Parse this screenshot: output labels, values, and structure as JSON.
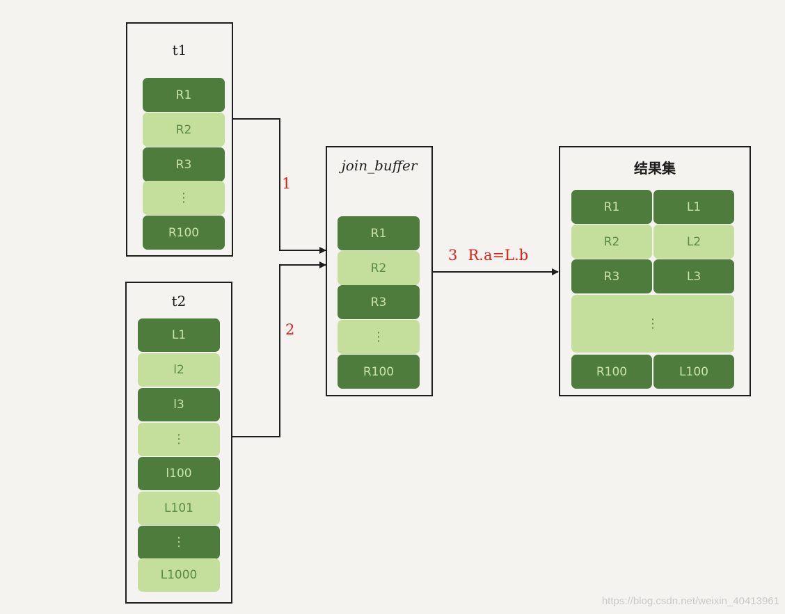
{
  "t1": {
    "title": "t1",
    "rows": [
      {
        "label": "R1",
        "tone": "dark"
      },
      {
        "label": "R2",
        "tone": "light"
      },
      {
        "label": "R3",
        "tone": "dark"
      },
      {
        "label": "⋮",
        "tone": "light"
      },
      {
        "label": "R100",
        "tone": "dark"
      }
    ]
  },
  "t2": {
    "title": "t2",
    "rows": [
      {
        "label": "L1",
        "tone": "dark"
      },
      {
        "label": "l2",
        "tone": "light"
      },
      {
        "label": "l3",
        "tone": "dark"
      },
      {
        "label": "⋮",
        "tone": "light"
      },
      {
        "label": "l100",
        "tone": "dark"
      },
      {
        "label": "L101",
        "tone": "light"
      },
      {
        "label": "⋮",
        "tone": "dark"
      },
      {
        "label": "L1000",
        "tone": "light"
      }
    ]
  },
  "join_buffer": {
    "title": "join_buffer",
    "rows": [
      {
        "label": "R1",
        "tone": "dark"
      },
      {
        "label": "R2",
        "tone": "light"
      },
      {
        "label": "R3",
        "tone": "dark"
      },
      {
        "label": "⋮",
        "tone": "light"
      },
      {
        "label": "R100",
        "tone": "dark"
      }
    ]
  },
  "result": {
    "title": "结果集",
    "left": [
      {
        "label": "R1",
        "tone": "dark"
      },
      {
        "label": "R2",
        "tone": "light"
      },
      {
        "label": "R3",
        "tone": "dark"
      }
    ],
    "right": [
      {
        "label": "L1",
        "tone": "dark"
      },
      {
        "label": "L2",
        "tone": "light"
      },
      {
        "label": "L3",
        "tone": "dark"
      }
    ],
    "ellipsis": "⋮",
    "last": {
      "left": "R100",
      "right": "L100"
    }
  },
  "steps": {
    "step1": "1",
    "step2": "2",
    "step3": "3",
    "condition": "R.a=L.b"
  },
  "watermark": "https://blog.csdn.net/weixin_40413961",
  "colors": {
    "dark_row": "#4d7c3c",
    "light_row": "#c4df9b",
    "step_label": "#e0201b"
  }
}
